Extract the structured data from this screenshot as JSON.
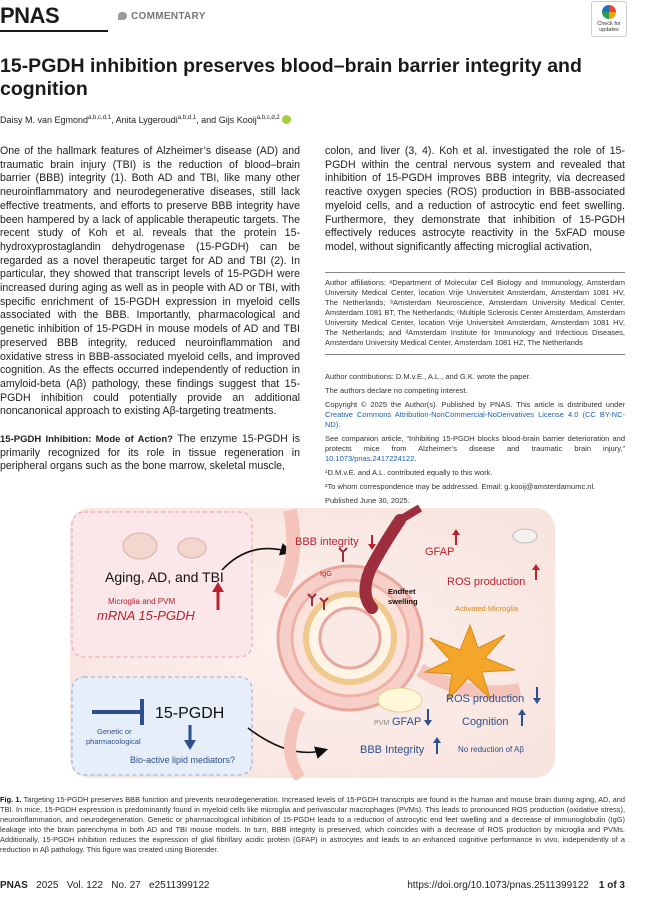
{
  "header": {
    "logo": "PNAS",
    "section": "COMMENTARY",
    "badge_line1": "Check for",
    "badge_line2": "updates"
  },
  "article": {
    "title": "15-PGDH inhibition preserves blood–brain barrier integrity and cognition",
    "authors": [
      {
        "name": "Daisy M. van Egmond",
        "sup": "a,b,c,d,1"
      },
      {
        "name": "Anita Lygeroudi",
        "sup": "a,b,d,1"
      },
      {
        "name": "Gijs Kooij",
        "sup": "a,b,c,d,2"
      }
    ],
    "author_sep1": ", ",
    "author_sep2": ", and ",
    "col1_para1": "One of the hallmark features of Alzheimer’s disease (AD) and traumatic brain injury (TBI) is the reduction of blood–brain barrier (BBB) integrity (1). Both AD and TBI, like many other neuroinflammatory and neurodegenerative diseases, still lack effective treatments, and efforts to preserve BBB integrity have been hampered by a lack of applicable therapeutic targets. The recent study of Koh et al. reveals that the protein 15-hydroxyprostaglandin dehydrogenase (15-PGDH) can be regarded as a novel therapeutic target for AD and TBI (2). In particular, they showed that transcript levels of 15-PGDH were increased during aging as well as in people with AD or TBI, with specific enrichment of 15-PGDH expression in myeloid cells associated with the BBB. Importantly, pharmacological and genetic inhibition of 15-PGDH in mouse models of AD and TBI preserved BBB integrity, reduced neuroinflammation and oxidative stress in BBB-associated myeloid cells, and improved cognition. As the effects occurred independently of reduction in amyloid-beta (Aβ) pathology, these findings suggest that 15-PGDH inhibition could potentially provide an additional noncanonical approach to existing Aβ-targeting treatments.",
    "col1_subhead": "15-PGDH Inhibition: Mode of Action?",
    "col1_para2": " The enzyme 15-PGDH is primarily recognized for its role in tissue regeneration in peripheral organs such as the bone marrow, skeletal muscle,",
    "col2_para1": "colon, and liver (3, 4). Koh et al. investigated the role of 15-PGDH within the central nervous system and revealed that inhibition of 15-PGDH improves BBB integrity, via decreased reactive oxygen species (ROS) production in BBB-associated myeloid cells, and a reduction of astrocytic end feet swelling. Furthermore, they demonstrate that inhibition of 15-PGDH effectively reduces astrocyte reactivity in the 5xFAD mouse model, without significantly affecting microglial activation,",
    "affiliations": "Author affiliations: ᵃDepartment of Molecular Cell Biology and Immunology, Amsterdam University Medical Center, location Vrije Universiteit Amsterdam, Amsterdam 1081 HV, The Netherlands; ᵇAmsterdam Neuroscience, Amsterdam University Medical Center, Amsterdam 1081 BT, The Netherlands; ᶜMultiple Sclerosis Center Amsterdam, Amsterdam University Medical Center, location Vrije Universiteit Amsterdam, Amsterdam 1081 HV, The Netherlands; and ᵈAmsterdam Institute for Immunology and Infectious Diseases, Amsterdam University Medical Center, Amsterdam 1081 HZ, The Netherlands",
    "contributions": "Author contributions: D.M.v.E., A.L., and G.K. wrote the paper.",
    "competing": "The authors declare no competing interest.",
    "copyright_pre": "Copyright © 2025 the Author(s). Published by PNAS. This article is distributed under ",
    "copyright_link": "Creative Commons Attribution-NonCommercial-NoDerivatives License 4.0 (CC BY-NC-ND).",
    "companion_pre": "See companion article, “Inhibiting 15-PGDH blocks blood-brain barrier deterioration and protects mice from Alzheimer’s disease and traumatic brain injury,” ",
    "companion_link": "10.1073/pnas.2417224122",
    "companion_post": ".",
    "note1": "¹D.M.v.E. and A.L. contributed equally to this work.",
    "note2": "²To whom correspondence may be addressed. Email: g.kooij@amsterdamumc.nl.",
    "published": "Published June 30, 2025."
  },
  "figure": {
    "aging_label": "Aging, AD, and TBI",
    "microglia_pvm": "Microglia and PVM",
    "mrna_label": "mRNA 15-PGDH",
    "pgdh_label": "15-PGDH",
    "inhibitor_label_1": "Genetic or",
    "inhibitor_label_2": "pharmacological",
    "lipid_label": "Bio-active lipid mediators?",
    "bbb_top": "BBB integrity",
    "igg": "IgG",
    "gfap_top": "GFAP",
    "ros_top": "ROS production",
    "endfeet_1": "Endfeet",
    "endfeet_2": "swelling",
    "activated_microglia": "Activated Microglia",
    "pvm": "PVM",
    "ros_bottom": "ROS production",
    "gfap_bottom": "GFAP",
    "cognition": "Cognition",
    "bbb_bottom": "BBB Integrity",
    "no_reduction": "No reduction of Aβ",
    "colors": {
      "pink_panel": "#fbe7ea",
      "blue_panel": "#e6eefa",
      "arrow_red": "#b8232f",
      "arrow_blue": "#2d4f8c",
      "microglia": "#f3a629"
    }
  },
  "caption": {
    "label": "Fig. 1.",
    "text": " Targeting 15-PGDH preserves BBB function and prevents neurodegeneration. Increased levels of 15-PGDH transcripts are found in the human and mouse brain during aging, AD, and TBI. In mice, 15-PGDH expression is predominantly found in myeloid cells like microglia and perivascular macrophages (PVMs). This leads to pronounced ROS production (oxidative stress), neuroinflammation, and neurodegeneration. Genetic or pharmacological inhibition of 15-PGDH leads to a reduction of astrocytic end feet swelling and a decrease of immunoglobulin (IgG) leakage into the brain parenchyma in both AD and TBI mouse models. In turn, BBB integrity is preserved, which coincides with a decrease of ROS production by microglia and PVMs. Additionally, 15-PGDH inhibition reduces the expression of glial fibrillary acidic protein (GFAP) in astrocytes and leads to an enhanced cognitive performance in vivo, independently of a reduction in Aβ pathology. This figure was created using Biorender."
  },
  "footer": {
    "journal": "PNAS",
    "year": "2025",
    "vol": "Vol. 122",
    "no": "No. 27",
    "eid": "e2511399122",
    "doi": "https://doi.org/10.1073/pnas.2511399122",
    "page": "1 of 3"
  }
}
